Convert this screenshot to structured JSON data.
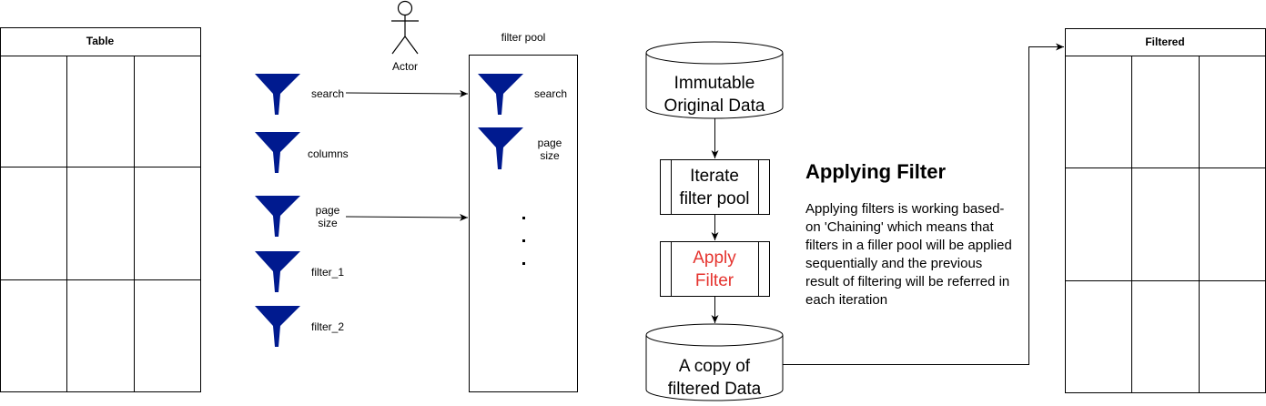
{
  "source_table": {
    "title": "Table"
  },
  "target_table": {
    "title": "Filtered"
  },
  "actor": {
    "label": "Actor"
  },
  "filter_list": [
    {
      "label": "search"
    },
    {
      "label": "columns"
    },
    {
      "label": "page\nsize"
    },
    {
      "label": "filter_1"
    },
    {
      "label": "filter_2"
    }
  ],
  "pool": {
    "title": "filter pool",
    "items": [
      {
        "label": "search"
      },
      {
        "label": "page\nsize"
      }
    ],
    "ellipsis": ". . ."
  },
  "flow": {
    "source_db": "Immutable\nOriginal Data",
    "iterate": "Iterate\nfilter pool",
    "apply": "Apply\nFilter",
    "result_db": "A copy of\nfiltered Data"
  },
  "description": {
    "heading": "Applying Filter",
    "text": "Applying filters is working based-on 'Chaining' which means that filters in a filler pool will be applied sequentially and the previous result of filtering will be referred in each iteration"
  },
  "colors": {
    "funnel": "#001a8f",
    "apply_text": "#e5342f",
    "stroke": "#000000"
  }
}
